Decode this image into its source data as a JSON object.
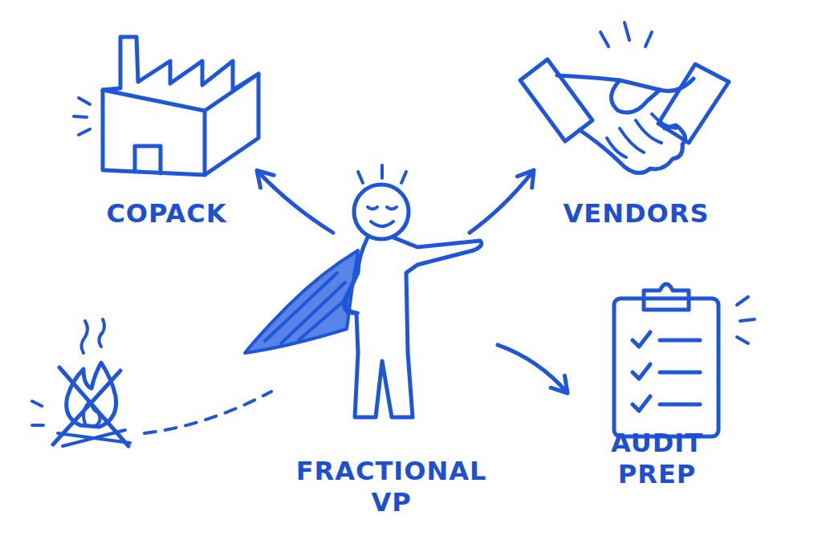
{
  "diagram": {
    "nodes": [
      {
        "text": [
          "COPACK"
        ]
      },
      {
        "text": [
          "VENDORS"
        ]
      },
      {
        "text": [
          "FRACTIONAL VP"
        ]
      },
      {
        "text": [
          "AUDIT PREP"
        ]
      }
    ],
    "edges": [
      {
        "from": 2,
        "to": 0,
        "arrow": "to"
      },
      {
        "from": 2,
        "to": 1,
        "arrow": "to"
      },
      {
        "from": 2,
        "to": 3,
        "arrow": "to"
      }
    ]
  }
}
